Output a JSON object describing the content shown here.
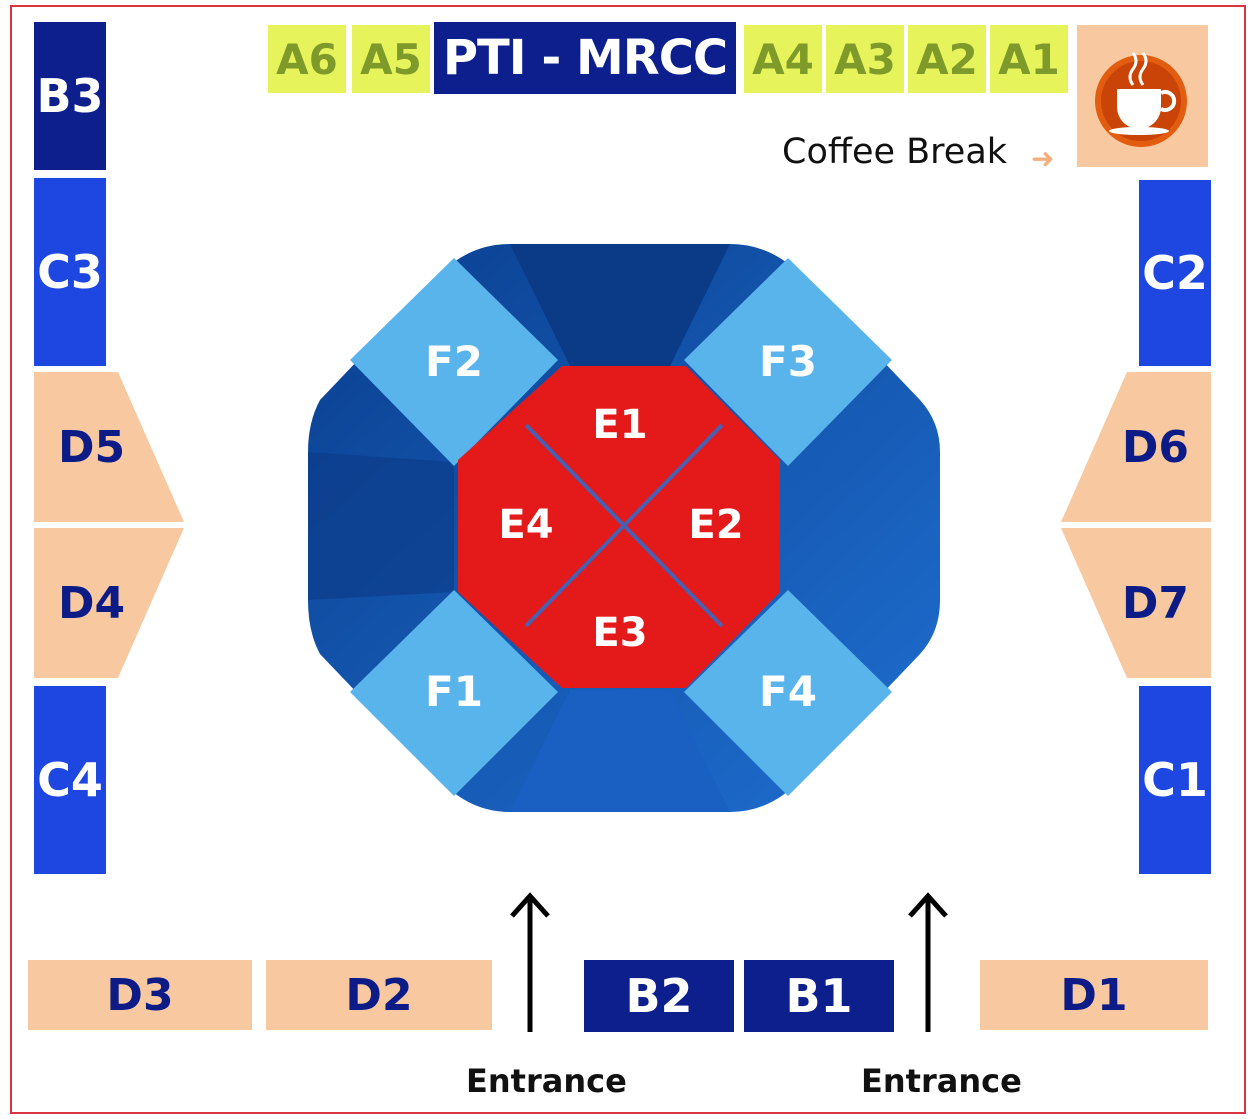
{
  "top_row": {
    "a6": "A6",
    "a5": "A5",
    "title": "PTI - MRCC",
    "a4": "A4",
    "a3": "A3",
    "a2": "A2",
    "a1": "A1"
  },
  "coffee": {
    "label": "Coffee Break",
    "icon": "coffee-cup-icon"
  },
  "left_column": {
    "b3": "B3",
    "c3": "C3",
    "d5": "D5",
    "d4": "D4",
    "c4": "C4"
  },
  "right_column": {
    "c2": "C2",
    "d6": "D6",
    "d7": "D7",
    "c1": "C1"
  },
  "bottom_row": {
    "d3": "D3",
    "d2": "D2",
    "b2": "B2",
    "b1": "B1",
    "d1": "D1"
  },
  "entrances": [
    "Entrance",
    "Entrance"
  ],
  "center": {
    "e": [
      "E1",
      "E2",
      "E3",
      "E4"
    ],
    "f": [
      "F1",
      "F2",
      "F3",
      "F4"
    ]
  },
  "colors": {
    "frame": "#d9343f",
    "a_booth": "#e6f35a",
    "b_booth": "#0c1f8c",
    "c_booth": "#1d47e0",
    "d_booth": "#f8c9a1",
    "e_booth": "#e41a1a",
    "f_booth": "#5ab4ec",
    "ring": "#0f5bb4"
  }
}
